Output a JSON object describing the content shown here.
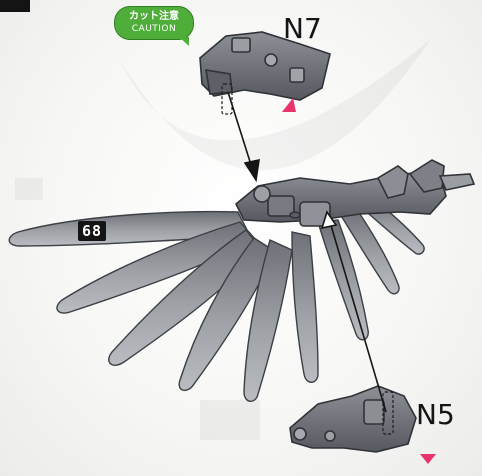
{
  "step": {
    "number": "68"
  },
  "caution": {
    "jp": "カット注意",
    "en": "CAUTION"
  },
  "parts": {
    "top": {
      "label": "N7"
    },
    "bottom": {
      "label": "N5"
    }
  },
  "colors": {
    "part_fill": "#7c8086",
    "part_dark": "#4b4f55",
    "wing_fill": "#9a9ea3",
    "caution_green": "#4fae3a",
    "cut_marker": "#e8336b"
  }
}
